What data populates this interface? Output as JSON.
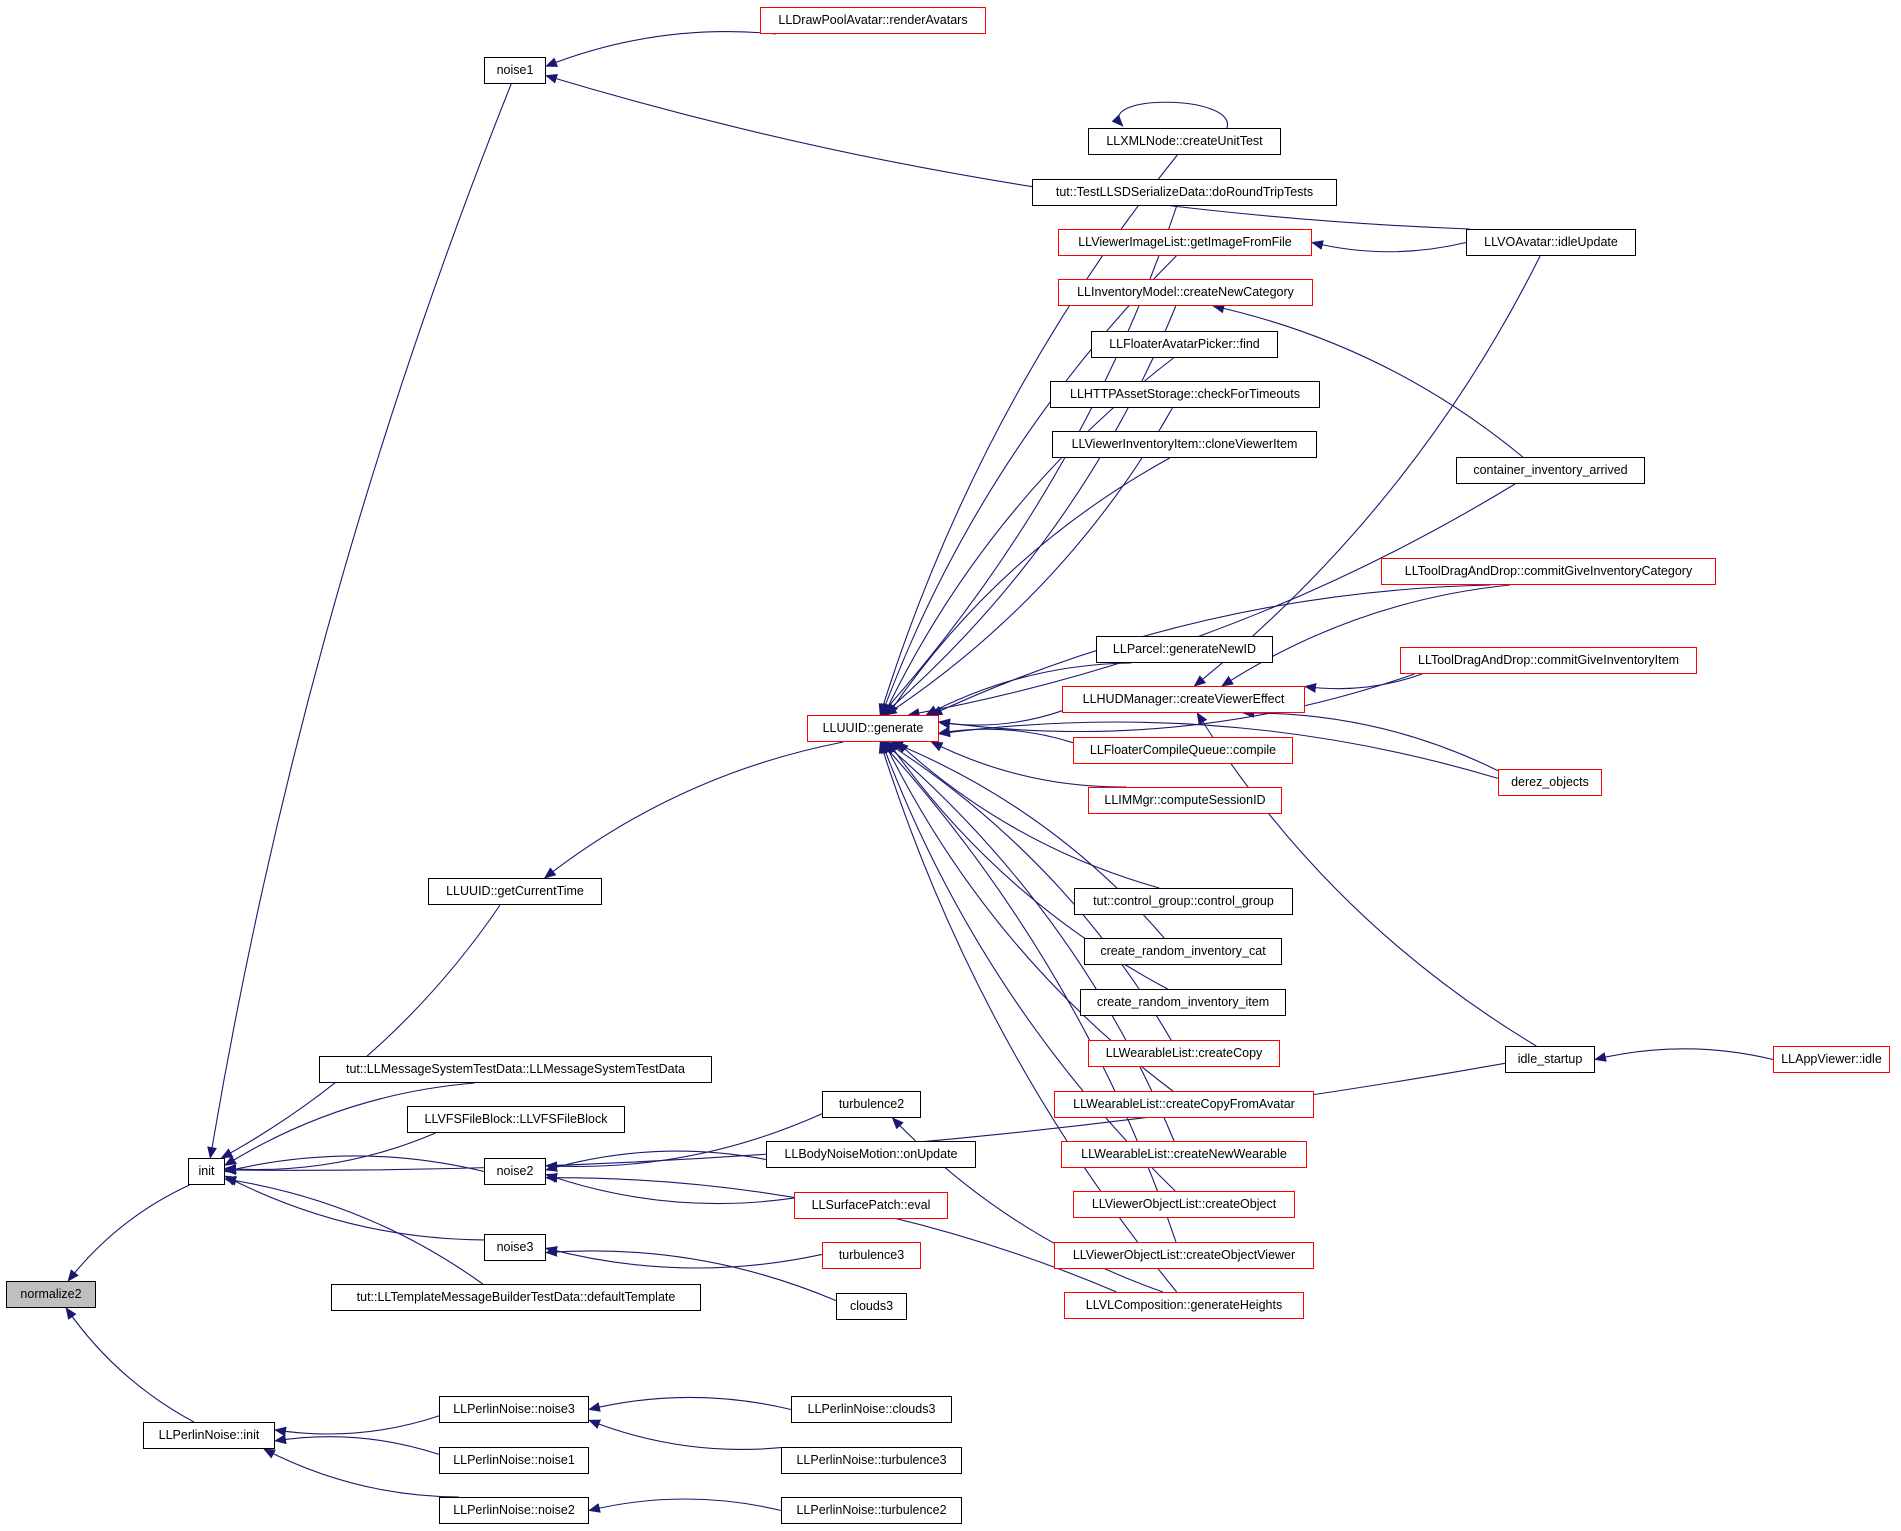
{
  "graph": {
    "edge_color": "#191970",
    "link_border_color": "#ff0000",
    "root_fill": "#bfbfbf",
    "nodes": [
      {
        "id": "normalize2",
        "label": "normalize2",
        "style": "root"
      },
      {
        "id": "init",
        "label": "init",
        "style": "black"
      },
      {
        "id": "perlin_init",
        "label": "LLPerlinNoise::init",
        "style": "black"
      },
      {
        "id": "noise1",
        "label": "noise1",
        "style": "black"
      },
      {
        "id": "renderAvatars",
        "label": "LLDrawPoolAvatar::renderAvatars",
        "style": "red"
      },
      {
        "id": "getCurrentTime",
        "label": "LLUUID::getCurrentTime",
        "style": "black"
      },
      {
        "id": "msgSysTestData",
        "label": "tut::LLMessageSystemTestData::LLMessageSystemTestData",
        "style": "black"
      },
      {
        "id": "vfsFileBlock",
        "label": "LLVFSFileBlock::LLVFSFileBlock",
        "style": "black"
      },
      {
        "id": "noise2",
        "label": "noise2",
        "style": "black"
      },
      {
        "id": "noise3",
        "label": "noise3",
        "style": "black"
      },
      {
        "id": "defaultTemplate",
        "label": "tut::LLTemplateMessageBuilderTestData::defaultTemplate",
        "style": "black"
      },
      {
        "id": "generate",
        "label": "LLUUID::generate",
        "style": "red"
      },
      {
        "id": "createUnitTest",
        "label": "LLXMLNode::createUnitTest",
        "style": "black"
      },
      {
        "id": "doRoundTrip",
        "label": "tut::TestLLSDSerializeData::doRoundTripTests",
        "style": "black"
      },
      {
        "id": "getImageFromFile",
        "label": "LLViewerImageList::getImageFromFile",
        "style": "red"
      },
      {
        "id": "createNewCategory",
        "label": "LLInventoryModel::createNewCategory",
        "style": "red"
      },
      {
        "id": "avatarPickerFind",
        "label": "LLFloaterAvatarPicker::find",
        "style": "black"
      },
      {
        "id": "checkForTimeouts",
        "label": "LLHTTPAssetStorage::checkForTimeouts",
        "style": "black"
      },
      {
        "id": "cloneViewerItem",
        "label": "LLViewerInventoryItem::cloneViewerItem",
        "style": "black"
      },
      {
        "id": "generateNewID",
        "label": "LLParcel::generateNewID",
        "style": "black"
      },
      {
        "id": "createViewerEffect",
        "label": "LLHUDManager::createViewerEffect",
        "style": "red"
      },
      {
        "id": "compile",
        "label": "LLFloaterCompileQueue::compile",
        "style": "red"
      },
      {
        "id": "computeSessionID",
        "label": "LLIMMgr::computeSessionID",
        "style": "red"
      },
      {
        "id": "controlGroup",
        "label": "tut::control_group::control_group",
        "style": "black"
      },
      {
        "id": "randomInvCat",
        "label": "create_random_inventory_cat",
        "style": "black"
      },
      {
        "id": "randomInvItem",
        "label": "create_random_inventory_item",
        "style": "black"
      },
      {
        "id": "createCopy",
        "label": "LLWearableList::createCopy",
        "style": "red"
      },
      {
        "id": "createCopyFromAvatar",
        "label": "LLWearableList::createCopyFromAvatar",
        "style": "red"
      },
      {
        "id": "createNewWearable",
        "label": "LLWearableList::createNewWearable",
        "style": "red"
      },
      {
        "id": "createObject",
        "label": "LLViewerObjectList::createObject",
        "style": "red"
      },
      {
        "id": "createObjectViewer",
        "label": "LLViewerObjectList::createObjectViewer",
        "style": "red"
      },
      {
        "id": "generateHeights",
        "label": "LLVLComposition::generateHeights",
        "style": "red"
      },
      {
        "id": "turbulence2",
        "label": "turbulence2",
        "style": "black"
      },
      {
        "id": "bodyNoiseOnUpdate",
        "label": "LLBodyNoiseMotion::onUpdate",
        "style": "black"
      },
      {
        "id": "surfaceEval",
        "label": "LLSurfacePatch::eval",
        "style": "red"
      },
      {
        "id": "turbulence3",
        "label": "turbulence3",
        "style": "red"
      },
      {
        "id": "clouds3",
        "label": "clouds3",
        "style": "black"
      },
      {
        "id": "voIdleUpdate",
        "label": "LLVOAvatar::idleUpdate",
        "style": "black"
      },
      {
        "id": "containerInvArrived",
        "label": "container_inventory_arrived",
        "style": "black"
      },
      {
        "id": "commitGiveInvCat",
        "label": "LLToolDragAndDrop::commitGiveInventoryCategory",
        "style": "red"
      },
      {
        "id": "commitGiveInvItem",
        "label": "LLToolDragAndDrop::commitGiveInventoryItem",
        "style": "red"
      },
      {
        "id": "derezObjects",
        "label": "derez_objects",
        "style": "red"
      },
      {
        "id": "idleStartup",
        "label": "idle_startup",
        "style": "black"
      },
      {
        "id": "appViewerIdle",
        "label": "LLAppViewer::idle",
        "style": "red"
      },
      {
        "id": "pnNoise3",
        "label": "LLPerlinNoise::noise3",
        "style": "black"
      },
      {
        "id": "pnNoise1",
        "label": "LLPerlinNoise::noise1",
        "style": "black"
      },
      {
        "id": "pnNoise2",
        "label": "LLPerlinNoise::noise2",
        "style": "black"
      },
      {
        "id": "pnClouds3",
        "label": "LLPerlinNoise::clouds3",
        "style": "black"
      },
      {
        "id": "pnTurbulence3",
        "label": "LLPerlinNoise::turbulence3",
        "style": "black"
      },
      {
        "id": "pnTurbulence2",
        "label": "LLPerlinNoise::turbulence2",
        "style": "black"
      }
    ],
    "edges": [
      {
        "from": "init",
        "to": "normalize2"
      },
      {
        "from": "perlin_init",
        "to": "normalize2"
      },
      {
        "from": "noise1",
        "to": "init"
      },
      {
        "from": "getCurrentTime",
        "to": "init"
      },
      {
        "from": "msgSysTestData",
        "to": "init"
      },
      {
        "from": "vfsFileBlock",
        "to": "init"
      },
      {
        "from": "noise2",
        "to": "init"
      },
      {
        "from": "noise3",
        "to": "init"
      },
      {
        "from": "defaultTemplate",
        "to": "init"
      },
      {
        "from": "idleStartup",
        "to": "init"
      },
      {
        "from": "renderAvatars",
        "to": "noise1"
      },
      {
        "from": "voIdleUpdate",
        "to": "noise1"
      },
      {
        "from": "generate",
        "to": "getCurrentTime"
      },
      {
        "from": "turbulence2",
        "to": "noise2"
      },
      {
        "from": "bodyNoiseOnUpdate",
        "to": "noise2"
      },
      {
        "from": "surfaceEval",
        "to": "noise2"
      },
      {
        "from": "generateHeights",
        "to": "noise2"
      },
      {
        "from": "turbulence3",
        "to": "noise3"
      },
      {
        "from": "clouds3",
        "to": "noise3"
      },
      {
        "from": "generateHeights",
        "to": "turbulence2"
      },
      {
        "from": "createUnitTest",
        "to": "generate"
      },
      {
        "from": "doRoundTrip",
        "to": "generate"
      },
      {
        "from": "getImageFromFile",
        "to": "generate"
      },
      {
        "from": "createNewCategory",
        "to": "generate"
      },
      {
        "from": "avatarPickerFind",
        "to": "generate"
      },
      {
        "from": "checkForTimeouts",
        "to": "generate"
      },
      {
        "from": "cloneViewerItem",
        "to": "generate"
      },
      {
        "from": "containerInvArrived",
        "to": "generate"
      },
      {
        "from": "commitGiveInvCat",
        "to": "generate"
      },
      {
        "from": "commitGiveInvItem",
        "to": "generate"
      },
      {
        "from": "generateNewID",
        "to": "generate"
      },
      {
        "from": "createViewerEffect",
        "to": "generate"
      },
      {
        "from": "compile",
        "to": "generate"
      },
      {
        "from": "computeSessionID",
        "to": "generate"
      },
      {
        "from": "derezObjects",
        "to": "generate"
      },
      {
        "from": "controlGroup",
        "to": "generate"
      },
      {
        "from": "randomInvCat",
        "to": "generate"
      },
      {
        "from": "randomInvItem",
        "to": "generate"
      },
      {
        "from": "createCopy",
        "to": "generate"
      },
      {
        "from": "createCopyFromAvatar",
        "to": "generate"
      },
      {
        "from": "createNewWearable",
        "to": "generate"
      },
      {
        "from": "createObject",
        "to": "generate"
      },
      {
        "from": "createObjectViewer",
        "to": "generate"
      },
      {
        "from": "generateHeights",
        "to": "generate"
      },
      {
        "from": "createUnitTest",
        "to": "createUnitTest"
      },
      {
        "from": "voIdleUpdate",
        "to": "getImageFromFile"
      },
      {
        "from": "containerInvArrived",
        "to": "createNewCategory"
      },
      {
        "from": "voIdleUpdate",
        "to": "createViewerEffect"
      },
      {
        "from": "commitGiveInvCat",
        "to": "createViewerEffect"
      },
      {
        "from": "commitGiveInvItem",
        "to": "createViewerEffect"
      },
      {
        "from": "derezObjects",
        "to": "createViewerEffect"
      },
      {
        "from": "idleStartup",
        "to": "createViewerEffect"
      },
      {
        "from": "appViewerIdle",
        "to": "idleStartup"
      },
      {
        "from": "pnNoise3",
        "to": "perlin_init"
      },
      {
        "from": "pnNoise1",
        "to": "perlin_init"
      },
      {
        "from": "pnNoise2",
        "to": "perlin_init"
      },
      {
        "from": "pnClouds3",
        "to": "pnNoise3"
      },
      {
        "from": "pnTurbulence3",
        "to": "pnNoise3"
      },
      {
        "from": "pnTurbulence2",
        "to": "pnNoise2"
      }
    ]
  }
}
